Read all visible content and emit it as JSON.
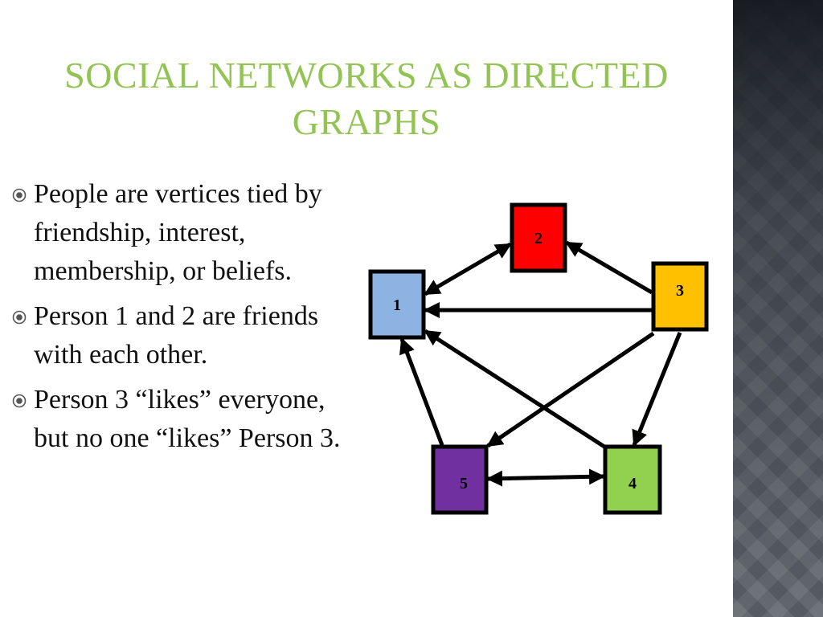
{
  "slide": {
    "title_lines": [
      "Social Networks as Directed",
      "Graphs"
    ],
    "bullets": [
      "People are vertices tied by friendship, interest, membership, or beliefs.",
      "Person 1 and 2 are friends with each other.",
      "Person 3 “likes” everyone, but no one “likes” Person 3."
    ],
    "bullet_icon": "target-bullet-icon"
  },
  "colors": {
    "title": "#92c353",
    "node_1": "#8db3e2",
    "node_2": "#ff0000",
    "node_3": "#ffc000",
    "node_4": "#92d050",
    "node_5": "#7030a0",
    "edge": "#000000"
  },
  "graph": {
    "nodes": [
      {
        "id": "1",
        "label": "1"
      },
      {
        "id": "2",
        "label": "2"
      },
      {
        "id": "3",
        "label": "3"
      },
      {
        "id": "4",
        "label": "4"
      },
      {
        "id": "5",
        "label": "5"
      }
    ],
    "edges": [
      {
        "from": "1",
        "to": "2",
        "bidirectional": true
      },
      {
        "from": "3",
        "to": "2",
        "bidirectional": false
      },
      {
        "from": "3",
        "to": "1",
        "bidirectional": false
      },
      {
        "from": "3",
        "to": "5",
        "bidirectional": false
      },
      {
        "from": "3",
        "to": "4",
        "bidirectional": false
      },
      {
        "from": "4",
        "to": "1",
        "bidirectional": false
      },
      {
        "from": "5",
        "to": "1",
        "bidirectional": false
      },
      {
        "from": "5",
        "to": "4",
        "bidirectional": true
      }
    ]
  }
}
